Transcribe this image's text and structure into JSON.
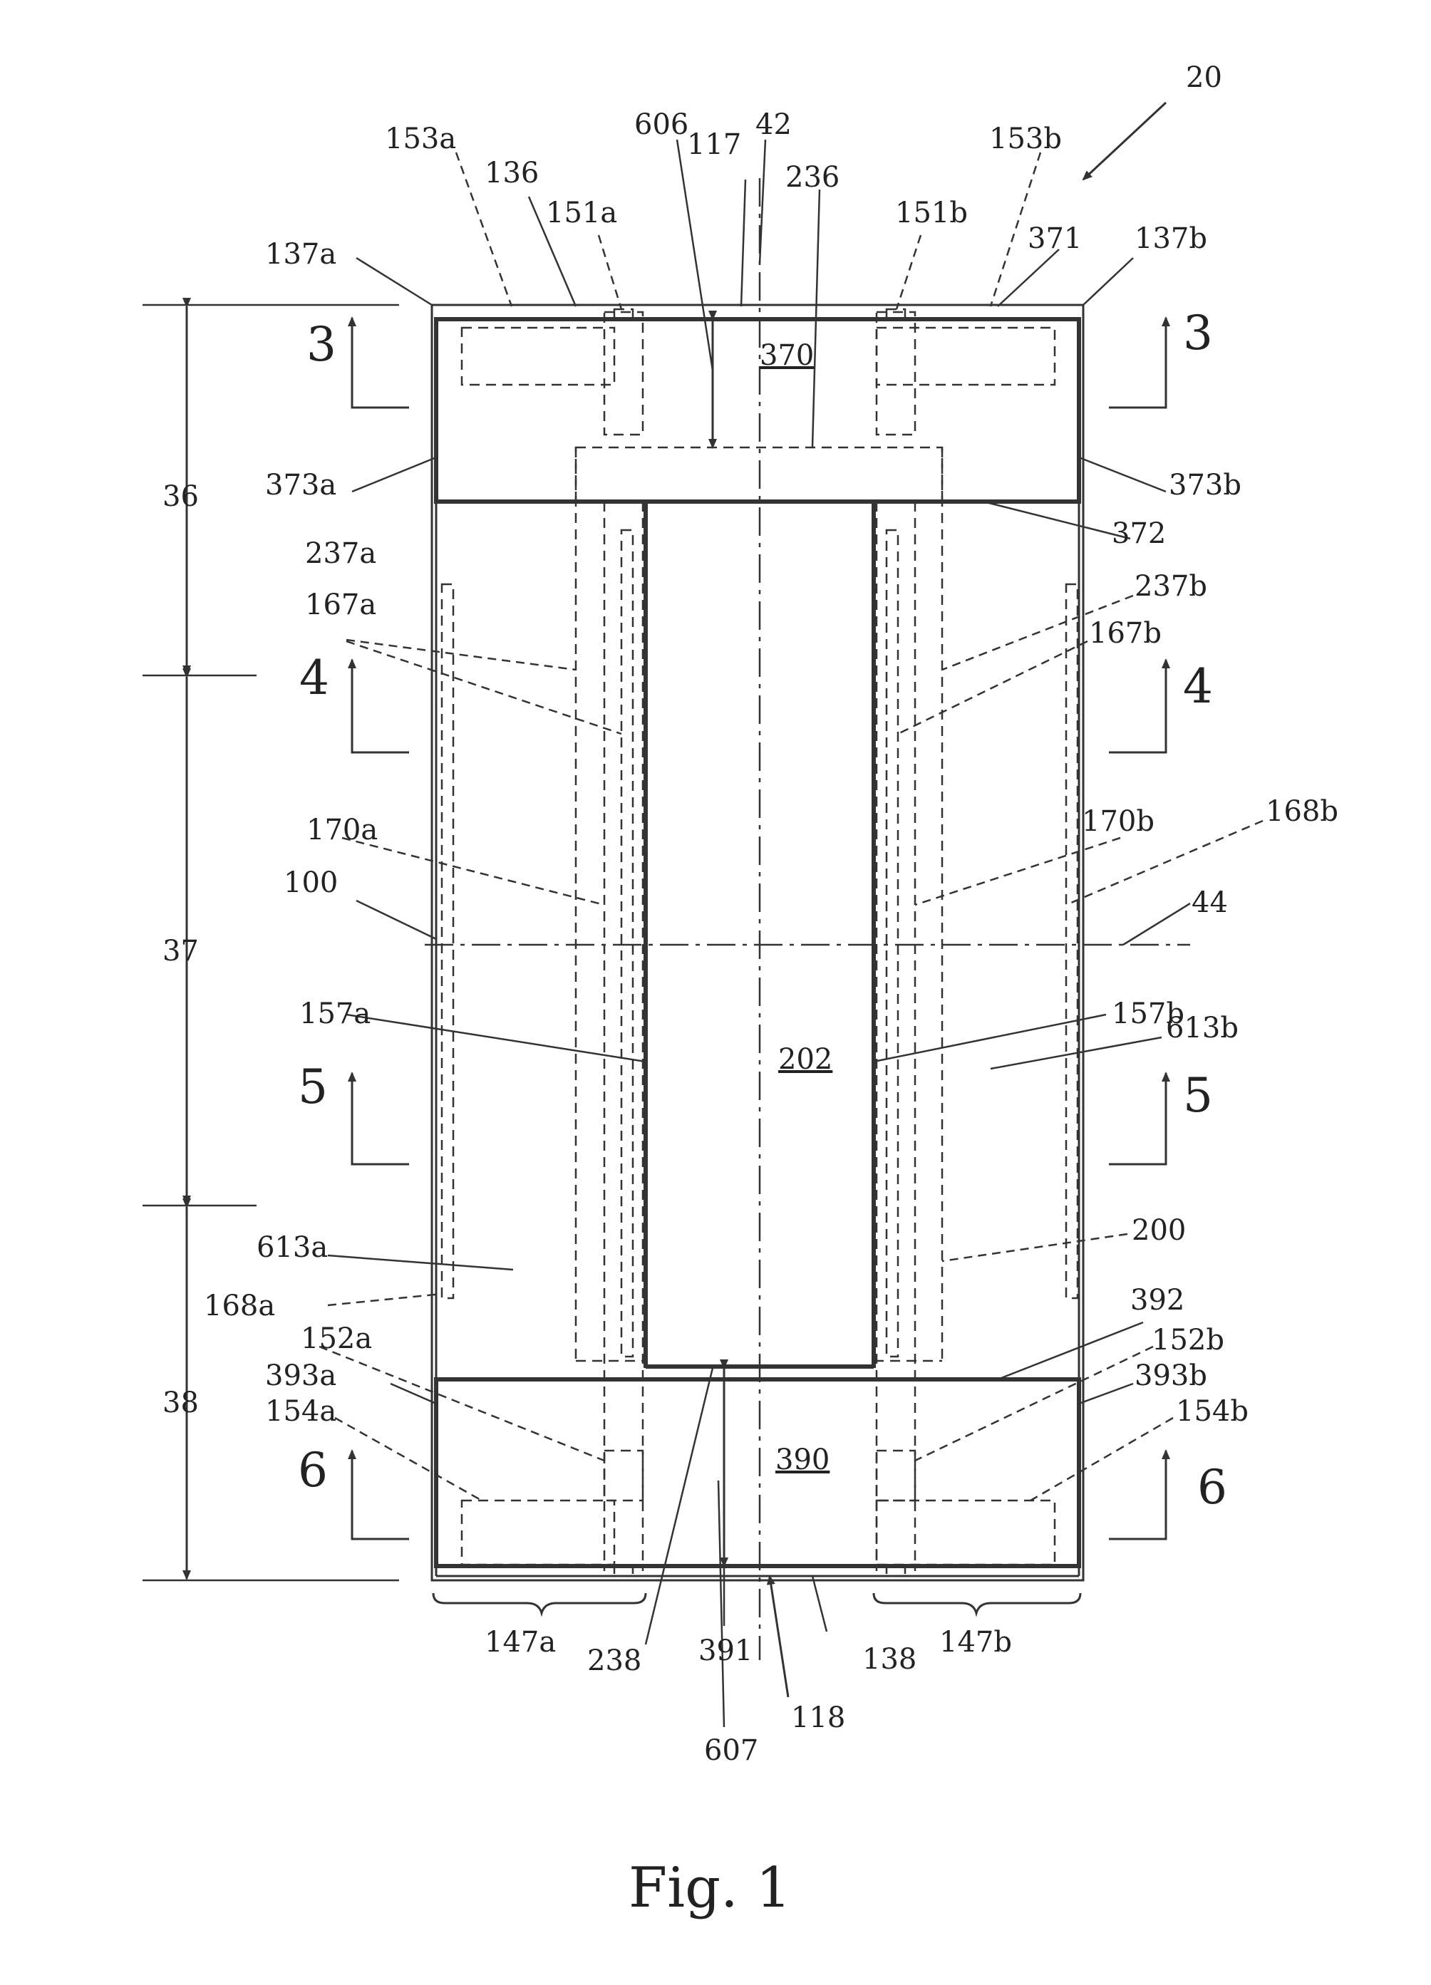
{
  "figure": {
    "caption": "Fig. 1"
  },
  "labels": {
    "r20": "20",
    "r42": "42",
    "r606": "606",
    "r117": "117",
    "r236": "236",
    "r153a": "153a",
    "r153b": "153b",
    "r136": "136",
    "r151a": "151a",
    "r151b": "151b",
    "r371": "371",
    "r137a": "137a",
    "r137b": "137b",
    "r370": "370",
    "r373a": "373a",
    "r373b": "373b",
    "r372": "372",
    "r36": "36",
    "r237a": "237a",
    "r237b": "237b",
    "r167a": "167a",
    "r167b": "167b",
    "r170a": "170a",
    "r170b": "170b",
    "r168b": "168b",
    "r100": "100",
    "r44": "44",
    "r37": "37",
    "r157a": "157a",
    "r157b": "157b",
    "r202": "202",
    "r613b": "613b",
    "r200": "200",
    "r613a": "613a",
    "r168a": "168a",
    "r392": "392",
    "r152a": "152a",
    "r152b": "152b",
    "r393a": "393a",
    "r393b": "393b",
    "r154a": "154a",
    "r154b": "154b",
    "r38": "38",
    "r390": "390",
    "r147a": "147a",
    "r147b": "147b",
    "r238": "238",
    "r391": "391",
    "r138": "138",
    "r118": "118",
    "r607": "607"
  },
  "section_marks": {
    "s3": "3",
    "s4": "4",
    "s5": "5",
    "s6": "6"
  }
}
